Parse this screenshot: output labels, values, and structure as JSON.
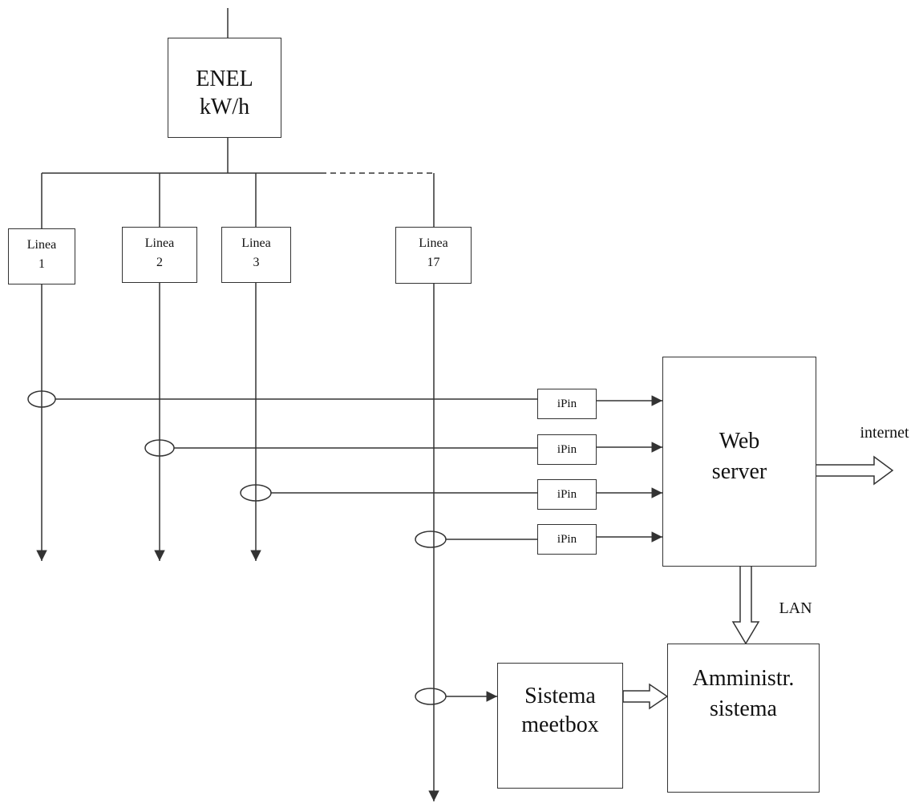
{
  "enel": {
    "line1": "ENEL",
    "line2": "kW/h"
  },
  "lines": [
    {
      "label": "Linea",
      "number": "1"
    },
    {
      "label": "Linea",
      "number": "2"
    },
    {
      "label": "Linea",
      "number": "3"
    },
    {
      "label": "Linea",
      "number": "17"
    }
  ],
  "ipins": [
    "iPin",
    "iPin",
    "iPin",
    "iPin"
  ],
  "web_server": {
    "line1": "Web",
    "line2": "server"
  },
  "internet": "internet",
  "lan": "LAN",
  "meetbox": {
    "line1": "Sistema",
    "line2": "meetbox"
  },
  "admin": {
    "line1": "Amministr.",
    "line2": "sistema"
  },
  "colors": {
    "line": "#333333",
    "arrow_fill": "#333333"
  }
}
